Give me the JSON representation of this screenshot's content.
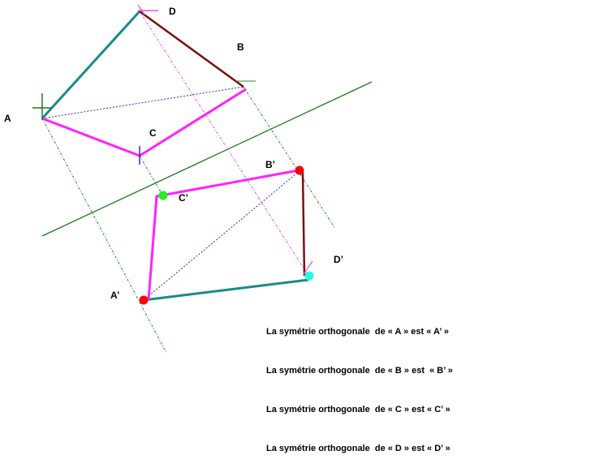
{
  "points": {
    "A": "A",
    "B": "B",
    "C": "C",
    "D": "D",
    "A_prime": "A’",
    "B_prime": "B’",
    "C_prime": "C’",
    "D_prime": "D’"
  },
  "captions": [
    "La symétrie orthogonale  de « A » est « A’ »",
    "La symétrie orthogonale  de « B » est  « B’ »",
    "La symétrie orthogonale  de « C » est « C’ »",
    "La symétrie orthogonale  de « D » est « D’ »"
  ],
  "colors": {
    "teal": "#1a8a8a",
    "magenta": "#ff22ff",
    "maroon": "#7a1010",
    "axis_green": "#1a7a1a",
    "dash_green": "#2a8a2a",
    "dash_blue": "#2a2ad0",
    "dash_magenta": "#e050e0",
    "red_dot": "#ff0000",
    "green_dot": "#22ee22",
    "cyan_dot": "#22ffdd"
  }
}
